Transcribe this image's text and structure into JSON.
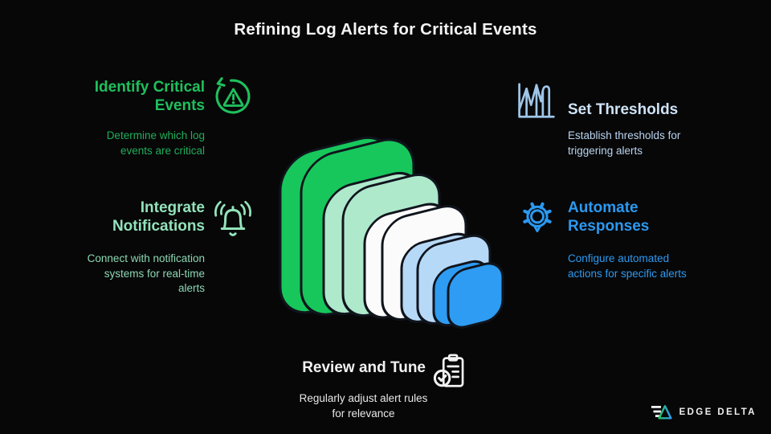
{
  "title": "Refining Log Alerts for Critical Events",
  "sections": {
    "identify": {
      "title": "Identify Critical Events",
      "desc": "Determine which log events are critical",
      "color": "#1fc05c",
      "icon": "refresh-warning-icon"
    },
    "thresholds": {
      "title": "Set Thresholds",
      "desc": "Establish thresholds for triggering alerts",
      "color": "#cfe3f6",
      "icon_color": "#9fc6e8",
      "icon": "threshold-chart-icon"
    },
    "notifications": {
      "title": "Integrate Notifications",
      "desc": "Connect with notification systems for real-time alerts",
      "color": "#93e2ba",
      "icon": "bell-icon"
    },
    "automate": {
      "title": "Automate Responses",
      "desc": "Configure automated actions for specific alerts",
      "color": "#2b99f0",
      "icon": "gear-bulb-icon"
    },
    "review": {
      "title": "Review and Tune",
      "desc": "Regularly adjust alert rules for relevance",
      "color": "#f2f2f2",
      "icon": "clipboard-check-icon"
    }
  },
  "stack": {
    "outline_color": "#10141c",
    "layers": [
      {
        "name": "layer-1",
        "color": "#17c75c"
      },
      {
        "name": "layer-2",
        "color": "#aee9cc"
      },
      {
        "name": "layer-3",
        "color": "#fbfbfb"
      },
      {
        "name": "layer-4",
        "color": "#b7d9f8"
      },
      {
        "name": "layer-5",
        "color": "#2e9cf2"
      }
    ]
  },
  "logo": {
    "brand": "EDGE DELTA",
    "green": "#21c45f",
    "blue": "#2e9cf2"
  },
  "background": "#070708"
}
